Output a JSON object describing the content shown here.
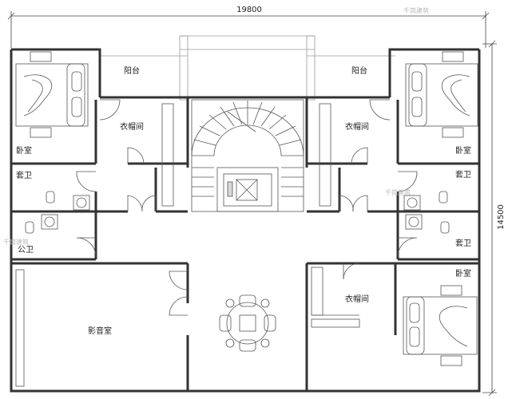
{
  "dimensions": {
    "width": "19800",
    "height": "14500"
  },
  "rooms": {
    "bedroom_tl": "卧室",
    "bedroom_tr": "卧室",
    "bedroom_br": "卧室",
    "balcony_l": "阳台",
    "balcony_r": "阳台",
    "closet_l": "衣帽间",
    "closet_r": "衣帽间",
    "closet_br": "衣帽间",
    "ensuite_l": "套卫",
    "ensuite_r1": "套卫",
    "ensuite_r2": "套卫",
    "public_bath": "公卫",
    "theater": "影音室"
  },
  "watermarks": [
    "千岗建筑",
    "千岗建筑",
    "千岗建筑"
  ],
  "colors": {
    "line": "#3a3a3a",
    "stair_grey": "#d9d9d9"
  }
}
